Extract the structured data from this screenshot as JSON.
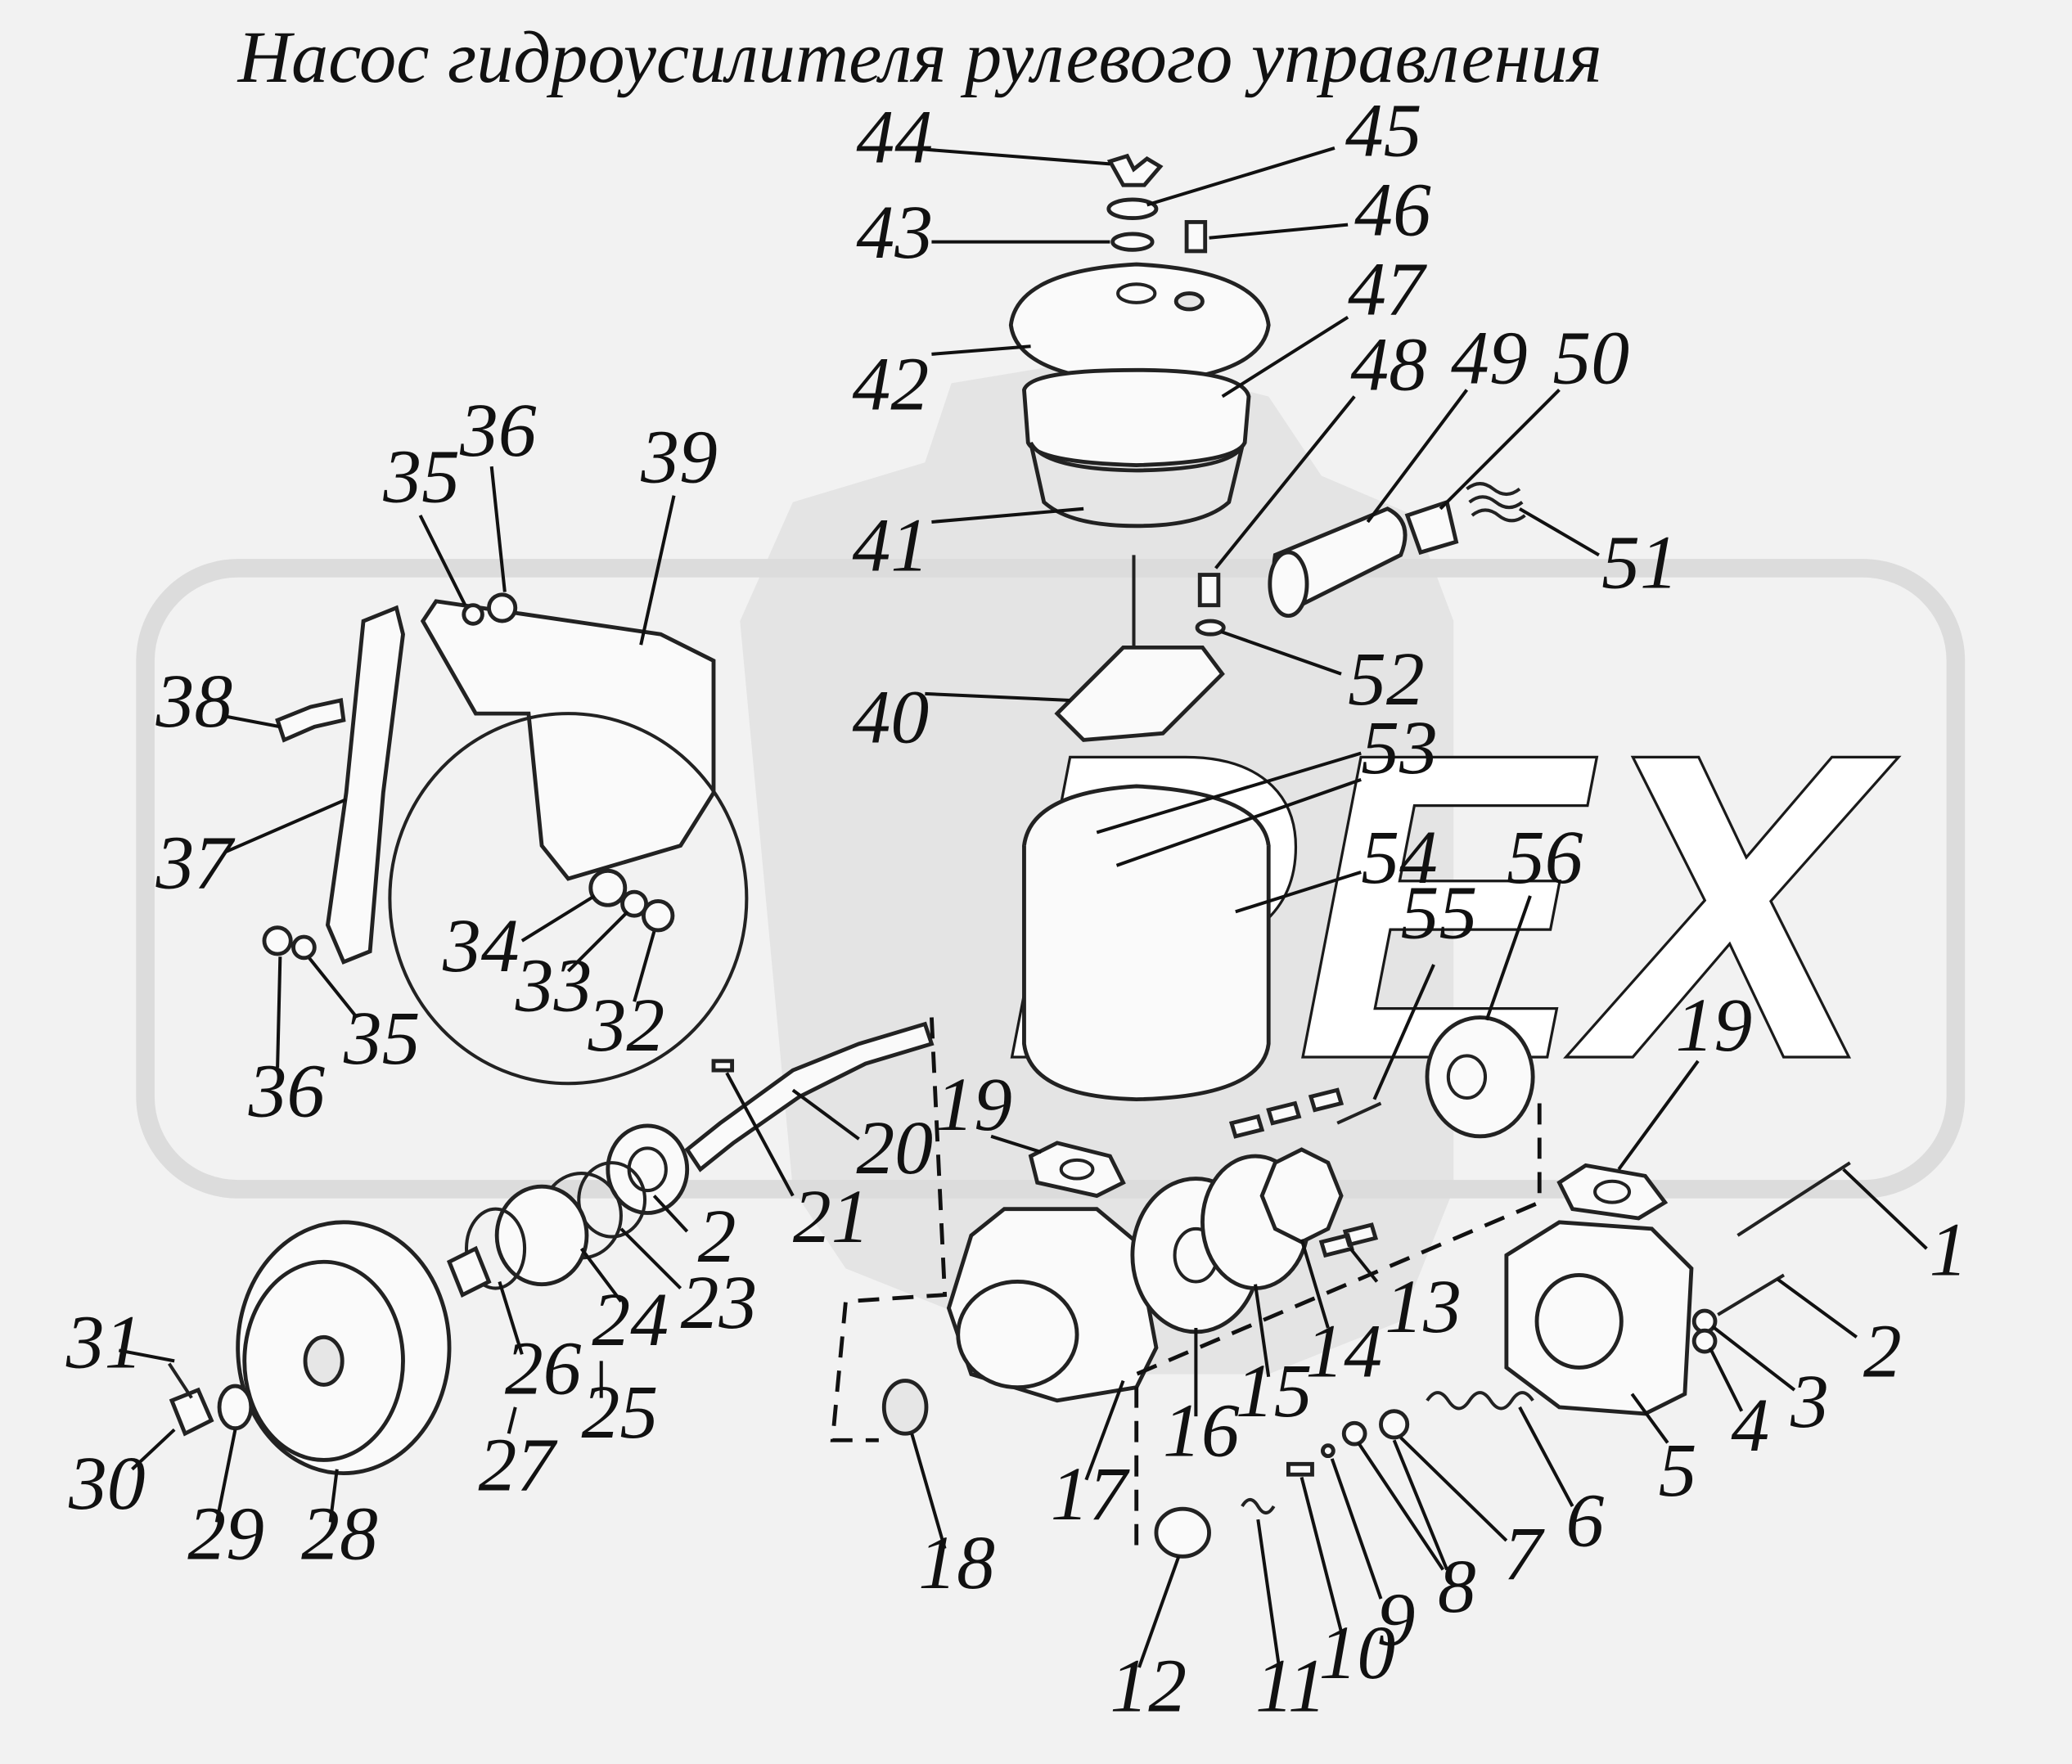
{
  "title": "Насос гидроусилителя рулевого управления",
  "watermark": "PEX",
  "colors": {
    "background": "#f2f2f2",
    "ink": "#111111",
    "watermark": "#d9d9d9"
  },
  "callouts": [
    {
      "id": "c44",
      "label": "44"
    },
    {
      "id": "c45",
      "label": "45"
    },
    {
      "id": "c43",
      "label": "43"
    },
    {
      "id": "c46",
      "label": "46"
    },
    {
      "id": "c47",
      "label": "47"
    },
    {
      "id": "c42",
      "label": "42"
    },
    {
      "id": "c48",
      "label": "48"
    },
    {
      "id": "c49",
      "label": "49"
    },
    {
      "id": "c50",
      "label": "50"
    },
    {
      "id": "c41",
      "label": "41"
    },
    {
      "id": "c51",
      "label": "51"
    },
    {
      "id": "c36a",
      "label": "36"
    },
    {
      "id": "c35a",
      "label": "35"
    },
    {
      "id": "c39",
      "label": "39"
    },
    {
      "id": "c38",
      "label": "38"
    },
    {
      "id": "c52",
      "label": "52"
    },
    {
      "id": "c40",
      "label": "40"
    },
    {
      "id": "c53",
      "label": "53"
    },
    {
      "id": "c37",
      "label": "37"
    },
    {
      "id": "c54",
      "label": "54"
    },
    {
      "id": "c56",
      "label": "56"
    },
    {
      "id": "c55",
      "label": "55"
    },
    {
      "id": "c34",
      "label": "34"
    },
    {
      "id": "c33",
      "label": "33"
    },
    {
      "id": "c32",
      "label": "32"
    },
    {
      "id": "c35b",
      "label": "35"
    },
    {
      "id": "c36b",
      "label": "36"
    },
    {
      "id": "c19a",
      "label": "19"
    },
    {
      "id": "c20",
      "label": "20"
    },
    {
      "id": "c19b",
      "label": "19"
    },
    {
      "id": "c21",
      "label": "21"
    },
    {
      "id": "c2a",
      "label": "2"
    },
    {
      "id": "c1",
      "label": "1"
    },
    {
      "id": "c23",
      "label": "23"
    },
    {
      "id": "c24",
      "label": "24"
    },
    {
      "id": "c13",
      "label": "13"
    },
    {
      "id": "c2b",
      "label": "2"
    },
    {
      "id": "c26",
      "label": "26"
    },
    {
      "id": "c14",
      "label": "14"
    },
    {
      "id": "c31",
      "label": "31"
    },
    {
      "id": "c25",
      "label": "25"
    },
    {
      "id": "c15",
      "label": "15"
    },
    {
      "id": "c3",
      "label": "3"
    },
    {
      "id": "c16",
      "label": "16"
    },
    {
      "id": "c4",
      "label": "4"
    },
    {
      "id": "c27",
      "label": "27"
    },
    {
      "id": "c5",
      "label": "5"
    },
    {
      "id": "c30",
      "label": "30"
    },
    {
      "id": "c17",
      "label": "17"
    },
    {
      "id": "c6",
      "label": "6"
    },
    {
      "id": "c29",
      "label": "29"
    },
    {
      "id": "c28",
      "label": "28"
    },
    {
      "id": "c7",
      "label": "7"
    },
    {
      "id": "c18",
      "label": "18"
    },
    {
      "id": "c8",
      "label": "8"
    },
    {
      "id": "c9",
      "label": "9"
    },
    {
      "id": "c10",
      "label": "10"
    },
    {
      "id": "c11",
      "label": "11"
    },
    {
      "id": "c12",
      "label": "12"
    }
  ]
}
